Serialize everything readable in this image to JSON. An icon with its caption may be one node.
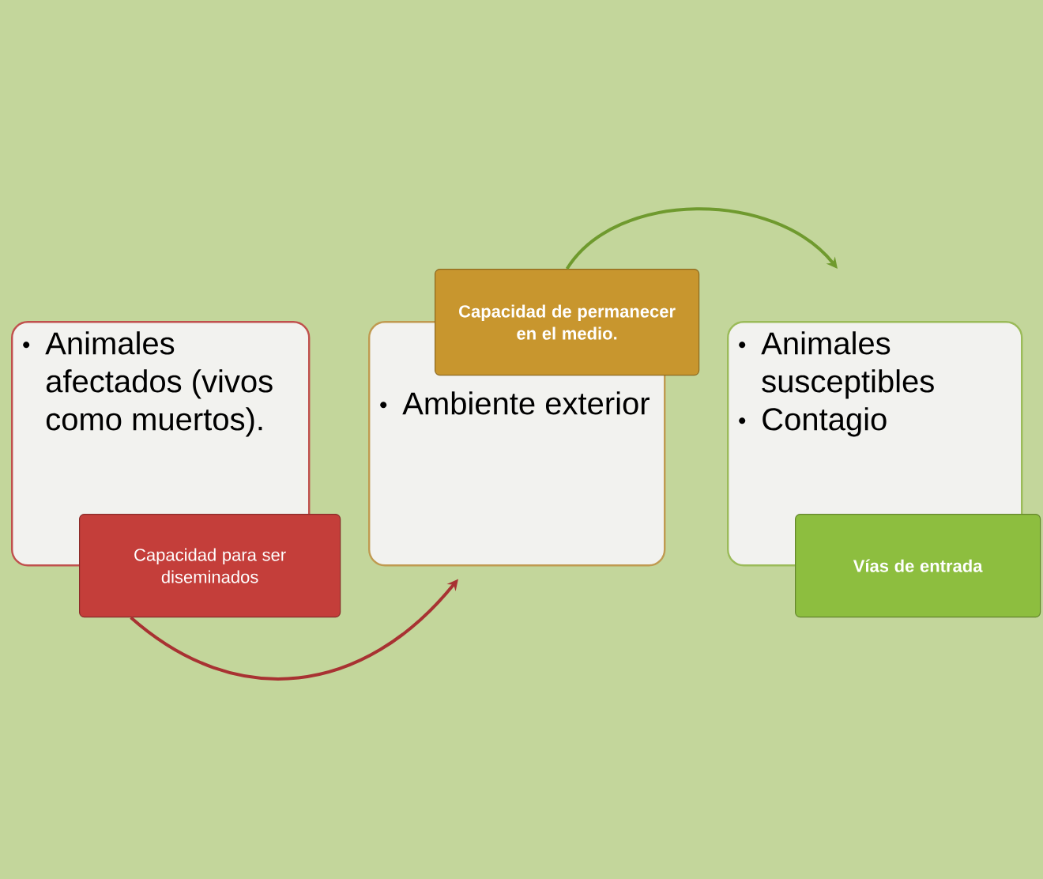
{
  "diagram": {
    "nodes": [
      {
        "text": [
          "Animales afectados (vivos como muertos)."
        ]
      },
      {
        "text": [
          "Capacidad para ser diseminados"
        ]
      },
      {
        "text": [
          "Ambiente exterior"
        ]
      },
      {
        "text": [
          "Capacidad de permanecer en el medio."
        ]
      },
      {
        "text": [
          "Animales susceptibles",
          "Contagio"
        ]
      },
      {
        "text": [
          "Vías de entrada"
        ]
      }
    ],
    "edges": [
      {
        "from": 1,
        "to": 2,
        "arrow": "to",
        "color": "#a83232"
      },
      {
        "from": 3,
        "to": 4,
        "arrow": "to",
        "color": "#6f9a2e"
      }
    ]
  }
}
